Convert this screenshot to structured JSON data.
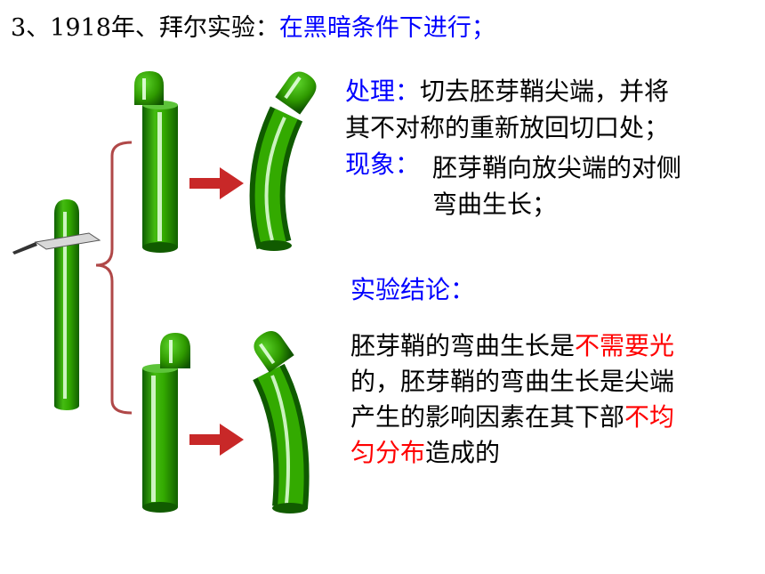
{
  "title": {
    "prefix": "3、1918年、拜尔实验：",
    "condition": "在黑暗条件下进行；"
  },
  "treatment": {
    "label": "处理：",
    "line1": "切去胚芽鞘尖端，并将",
    "line2": "其不对称的重新放回切口处；"
  },
  "phenomenon": {
    "label": "现象：",
    "line1": "胚芽鞘向放尖端的对侧",
    "line2": "弯曲生长；"
  },
  "conclusion": {
    "label": "实验结论：",
    "line1_a": "胚芽鞘的弯曲生长是",
    "line1_b": "不需要光",
    "line2": "的，胚芽鞘的弯曲生长是尖端",
    "line3_a": "产生的影响因素在其下部",
    "line3_b": "不均",
    "line4_a": "匀分布",
    "line4_b": "造成的"
  },
  "colors": {
    "label_blue": "#0000ff",
    "emphasis_red": "#ff0000",
    "stem_green": "#33aa00",
    "arrow_red": "#c82828",
    "bracket": "#b04848"
  }
}
